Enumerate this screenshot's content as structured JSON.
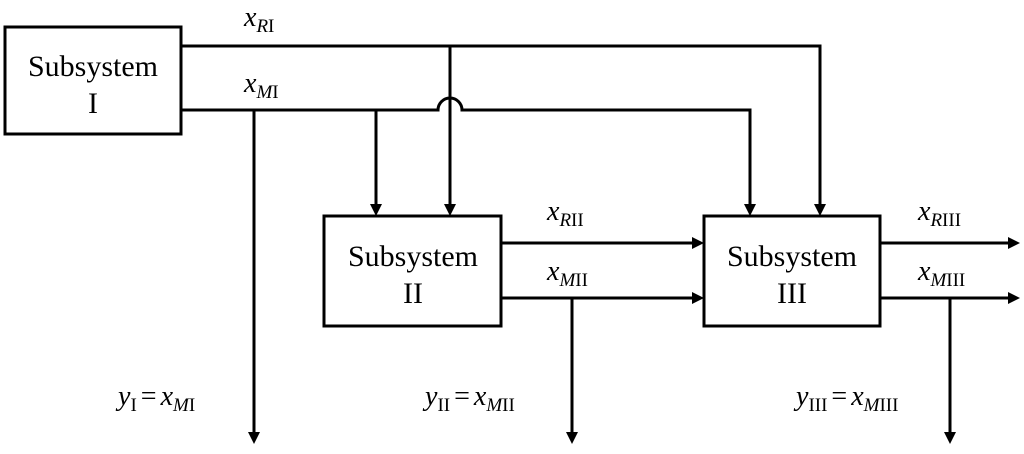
{
  "subsystems": {
    "s1": {
      "line1": "Subsystem",
      "line2": "I"
    },
    "s2": {
      "line1": "Subsystem",
      "line2": "II"
    },
    "s3": {
      "line1": "Subsystem",
      "line2": "III"
    }
  },
  "signals": {
    "xR1": {
      "var": "x",
      "sub_i": "R",
      "sub": "I"
    },
    "xM1": {
      "var": "x",
      "sub_i": "M",
      "sub": "I"
    },
    "xR2": {
      "var": "x",
      "sub_i": "R",
      "sub": "II"
    },
    "xM2": {
      "var": "x",
      "sub_i": "M",
      "sub": "II"
    },
    "xR3": {
      "var": "x",
      "sub_i": "R",
      "sub": "III"
    },
    "xM3": {
      "var": "x",
      "sub_i": "M",
      "sub": "III"
    }
  },
  "outputs": {
    "y1": {
      "lhs_var": "y",
      "lhs_sub": "I",
      "eq": "=",
      "rhs_var": "x",
      "rhs_sub_i": "M",
      "rhs_sub": "I"
    },
    "y2": {
      "lhs_var": "y",
      "lhs_sub": "II",
      "eq": "=",
      "rhs_var": "x",
      "rhs_sub_i": "M",
      "rhs_sub": "II"
    },
    "y3": {
      "lhs_var": "y",
      "lhs_sub": "III",
      "eq": "=",
      "rhs_var": "x",
      "rhs_sub_i": "M",
      "rhs_sub": "III"
    }
  }
}
